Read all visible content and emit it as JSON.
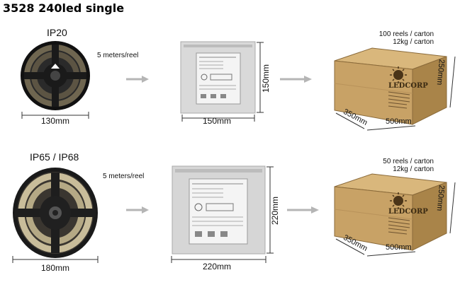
{
  "title": "3528 240led single",
  "brand": "LEDCORP",
  "rows": [
    {
      "rating": "IP20",
      "per_reel": "5 meters/reel",
      "reel_width": "130mm",
      "bag_width": "150mm",
      "bag_height": "150mm",
      "carton_qty": "100  reels / carton",
      "carton_weight": "12kg / carton",
      "carton_length": "500mm",
      "carton_depth": "350mm",
      "carton_height": "250mm"
    },
    {
      "rating": "IP65 / IP68",
      "per_reel": "5 meters/reel",
      "reel_width": "180mm",
      "bag_width": "220mm",
      "bag_height": "220mm",
      "carton_qty": "50  reels / carton",
      "carton_weight": "12kg / carton",
      "carton_length": "500mm",
      "carton_depth": "350mm",
      "carton_height": "250mm"
    }
  ],
  "colors": {
    "reel_dark": "#1a1a1a",
    "led_strip": "#8a7d5c",
    "bag_silver": "#d9d9d9",
    "carton_front": "#c8a266",
    "carton_top": "#d9b77c",
    "carton_side": "#a98449",
    "arrow": "#b5b5b5"
  },
  "icons": [
    "right-arrow-icon",
    "sun-logo-icon"
  ]
}
